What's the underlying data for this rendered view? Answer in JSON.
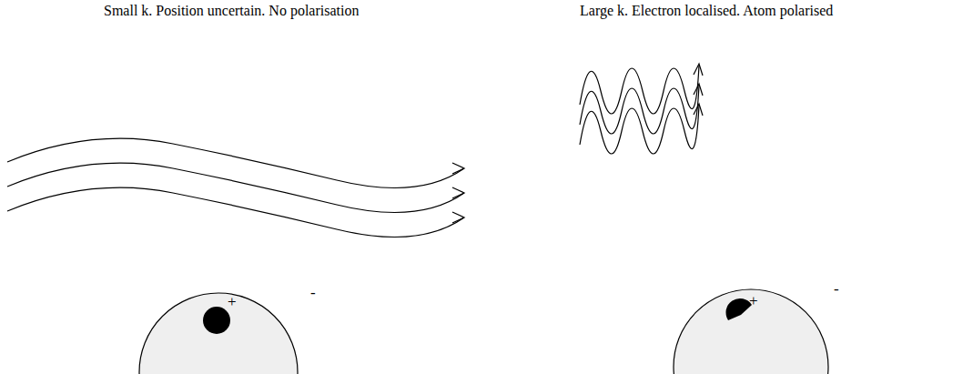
{
  "diagram": {
    "labels": [
      "Small k. Position uncertain. No polarisation",
      "Large k. Electron localised. Atom polarised",
      "+",
      "-",
      "+",
      "-"
    ]
  }
}
